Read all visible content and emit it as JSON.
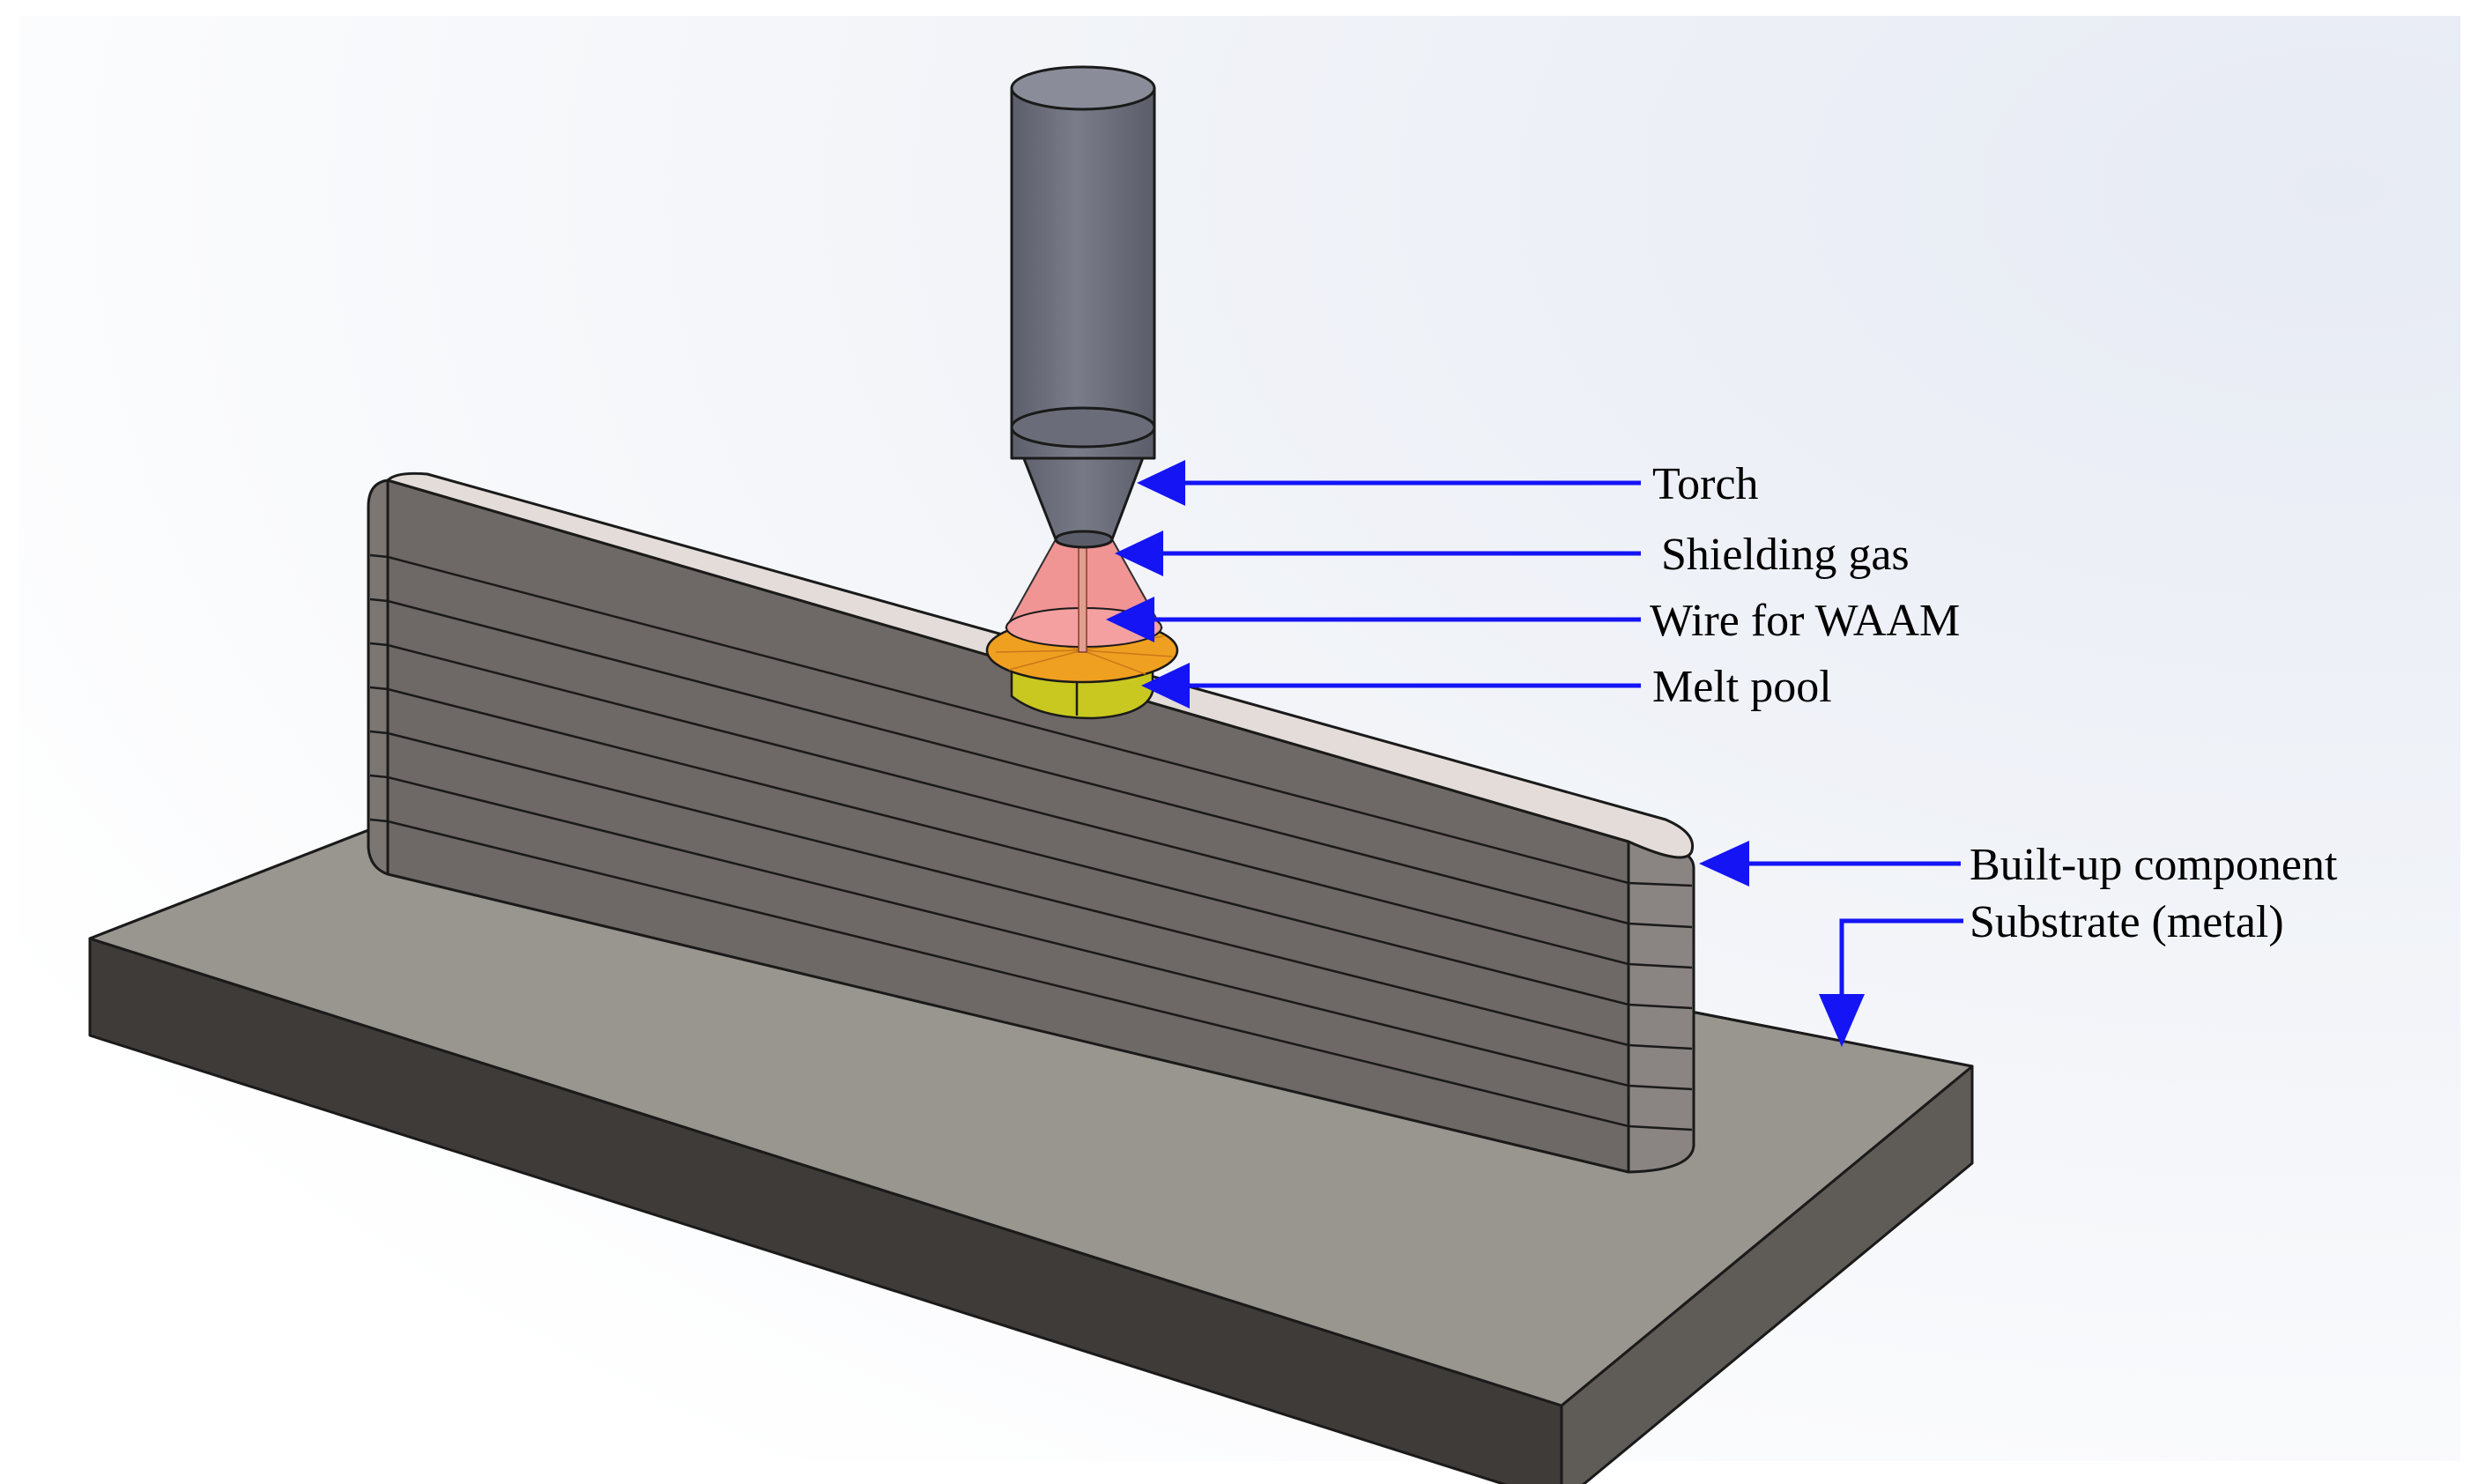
{
  "labels": {
    "torch": "Torch",
    "shielding_gas": "Shielding gas",
    "wire": "Wire for WAAM",
    "melt_pool": "Melt pool",
    "built_up_component": "Built-up component",
    "substrate": "Substrate (metal)"
  },
  "colors": {
    "arrow": "#1414f5",
    "torch": "#6f7280",
    "shielding_gas": "#f08a8a",
    "melt_pool": "#f0a020",
    "bead": "#c8c820",
    "wall_side": "#6e6866",
    "wall_top": "#e4dcd8",
    "substrate_top": "#99958f",
    "substrate_front": "#3f3b39",
    "substrate_side": "#5f5b56"
  }
}
